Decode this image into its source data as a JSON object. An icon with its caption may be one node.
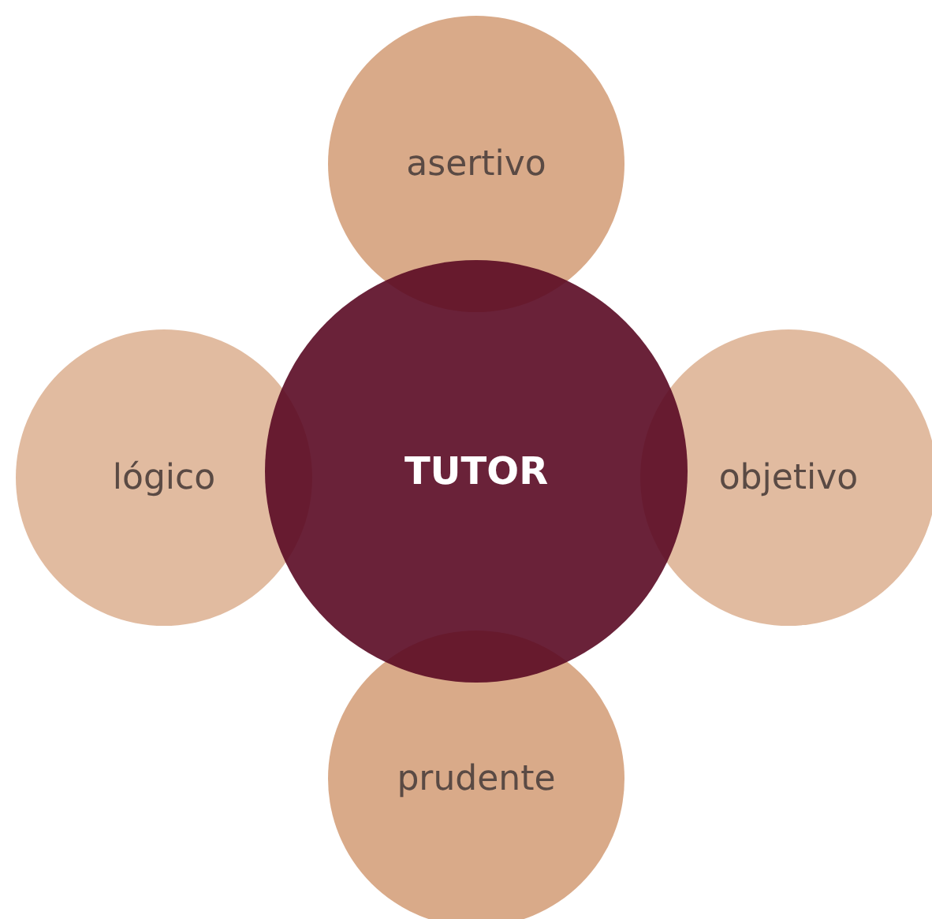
{
  "diagram": {
    "nodes": [
      {
        "text": [
          "asertivo"
        ]
      },
      {
        "text": [
          "lógico"
        ]
      },
      {
        "text": [
          "TUTOR"
        ]
      },
      {
        "text": [
          "objetivo"
        ]
      },
      {
        "text": [
          "prudente"
        ]
      }
    ]
  }
}
